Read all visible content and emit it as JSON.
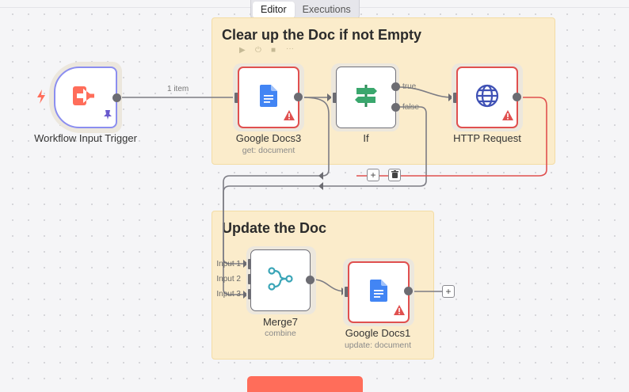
{
  "tabs": {
    "editor": "Editor",
    "executions": "Executions",
    "active": "editor"
  },
  "stickies": {
    "top": {
      "title": "Clear up the Doc if not Empty"
    },
    "bottom": {
      "title": "Update the Doc"
    }
  },
  "nodes": {
    "trigger": {
      "label": "Workflow Input Trigger"
    },
    "docs3": {
      "label": "Google Docs3",
      "subtitle": "get: document"
    },
    "if": {
      "label": "If"
    },
    "http": {
      "label": "HTTP Request"
    },
    "merge": {
      "label": "Merge7",
      "subtitle": "combine"
    },
    "docs1": {
      "label": "Google Docs1",
      "subtitle": "update: document"
    }
  },
  "connections": {
    "trigger_to_docs3": "1 item"
  },
  "if_outputs": {
    "true_label": "true",
    "false_label": "false"
  },
  "merge_inputs": [
    "Input 1",
    "Input 2",
    "Input 3"
  ],
  "colors": {
    "accent": "#ff6d5a",
    "error": "#e0504f",
    "sticky": "#fbeccb",
    "google_blue": "#4285f4",
    "globe": "#3f51b5",
    "merge": "#3aa5b7"
  }
}
